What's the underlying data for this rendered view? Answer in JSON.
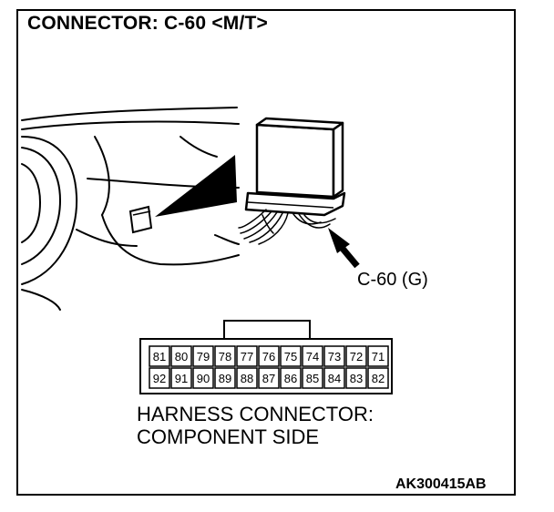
{
  "title": "CONNECTOR: C-60 <M/T>",
  "callout_label": "C-60 (G)",
  "caption": {
    "line1": "HARNESS CONNECTOR:",
    "line2": "COMPONENT SIDE"
  },
  "figure_code": "AK300415AB",
  "connector_pins": {
    "top_row": [
      "81",
      "80",
      "79",
      "78",
      "77",
      "76",
      "75",
      "74",
      "73",
      "72",
      "71"
    ],
    "bottom_row": [
      "92",
      "91",
      "90",
      "89",
      "88",
      "87",
      "86",
      "85",
      "84",
      "83",
      "82"
    ]
  }
}
